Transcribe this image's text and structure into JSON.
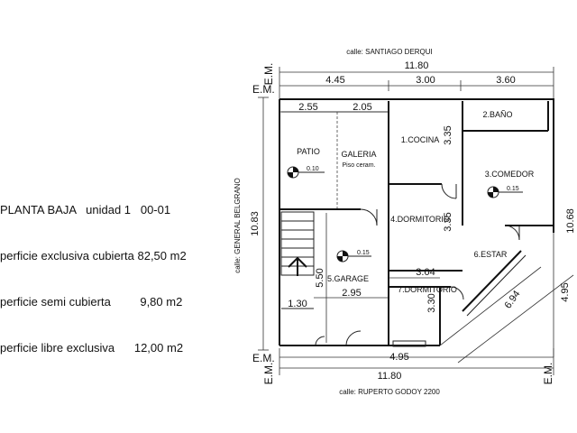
{
  "summary": {
    "title": "PLANTA BAJA   unidad 1   00-01",
    "lines": [
      {
        "label": "perficie exclusiva cubierta",
        "value": "82,50 m2"
      },
      {
        "label": "perficie semi cubierta",
        "value": "9,80 m2"
      },
      {
        "label": "perficie libre exclusiva",
        "value": "12,00 m2"
      }
    ]
  },
  "streets": {
    "top": "calle: SANTIAGO DERQUI",
    "bottom": "calle: RUPERTO GODOY 2200",
    "left": "calle: GENERAL BELGRANO"
  },
  "em_label": "E.M.",
  "dimensions": {
    "total_width_top": "11.80",
    "total_width_bottom": "11.80",
    "top_segments": [
      "4.45",
      "3.00",
      "3.60"
    ],
    "patio_width": "2.55",
    "galeria_width": "2.05",
    "left_height": "10.83",
    "cocina_height": "3.35",
    "dormitorio_height": "3.35",
    "garage_height": "5.50",
    "garage_width": "2.95",
    "stair_width": "1.30",
    "dorm7_width": "3.04",
    "dorm7_height": "3.30",
    "diagonal": "6.94",
    "right_height": "4.95",
    "bottom_segment": "4.95",
    "right_edge_partial": "10.68"
  },
  "rooms": {
    "patio": "PATIO",
    "galeria": "GALERIA",
    "galeria_sub": "Piso ceram.",
    "cocina": "1.COCINA",
    "bano": "2.BAÑO",
    "comedor": "3.COMEDOR",
    "dormitorio4": "4.DORMITORIO",
    "garage": "5.GARAGE",
    "estar": "6.ESTAR",
    "dormitorio7": "7.DORMITORIO"
  },
  "levels": {
    "patio": "0.10",
    "comedor": "0.15",
    "garage": "0.15"
  }
}
